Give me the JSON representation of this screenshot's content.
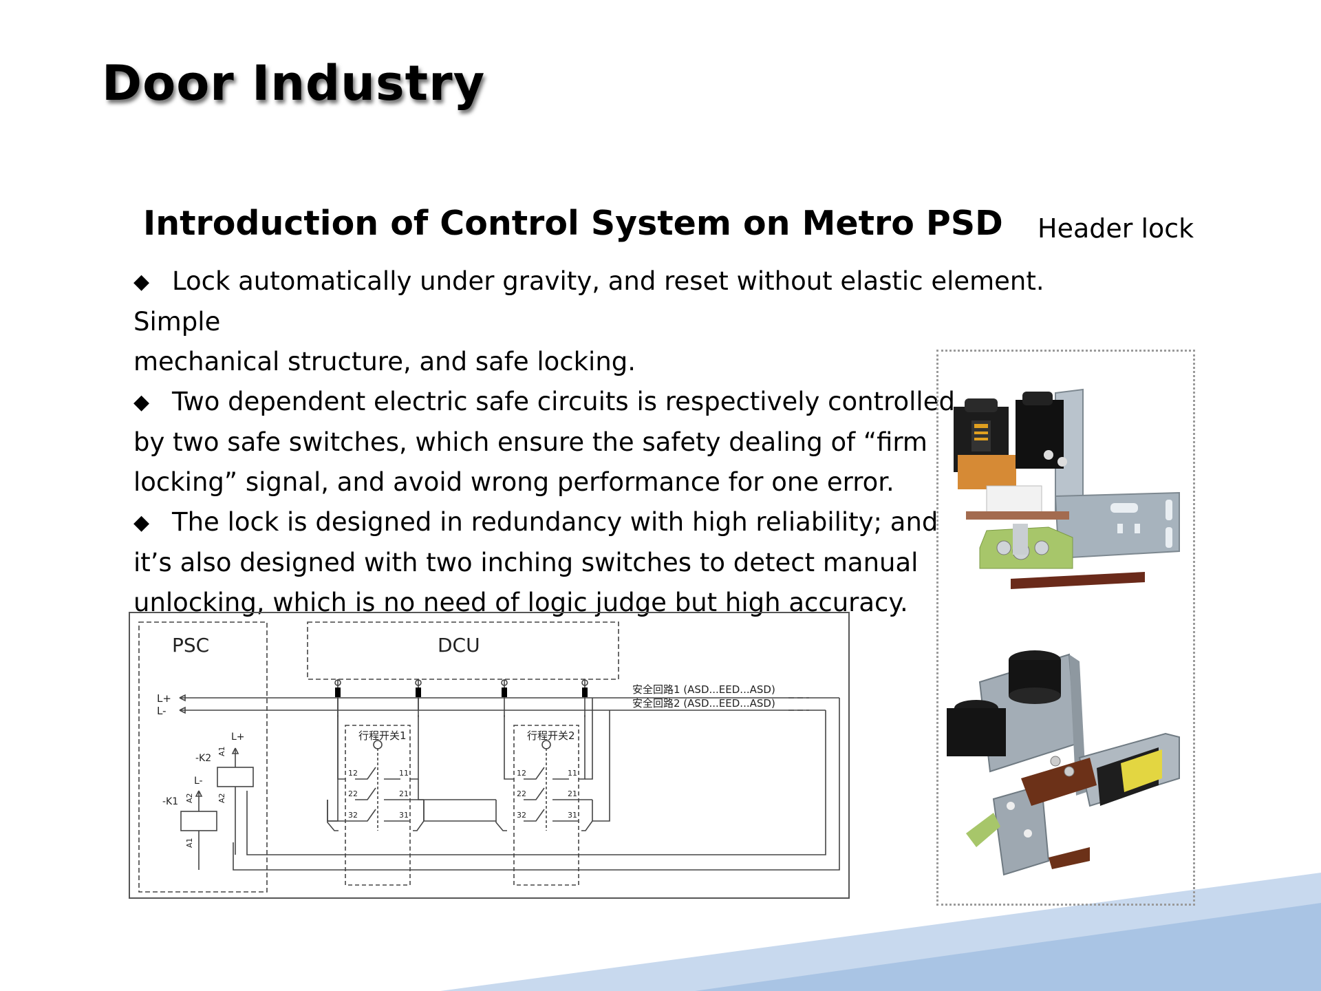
{
  "slide": {
    "title": "Door Industry",
    "section_title": "Introduction of Control System on Metro PSD",
    "image_caption": "Header lock",
    "bullet_glyph": "◆",
    "bullets": [
      {
        "lines": [
          "Lock automatically under gravity, and reset without elastic element. Simple",
          "mechanical structure, and safe locking."
        ]
      },
      {
        "lines": [
          "Two dependent electric safe circuits is respectively controlled",
          "by two safe switches, which ensure the safety dealing of “firm",
          "locking” signal, and avoid wrong performance for one error."
        ]
      },
      {
        "lines": [
          "The lock is designed in redundancy with high reliability; and",
          "it’s also designed with two inching switches to detect manual",
          "unlocking, which is no need of logic judge but high accuracy."
        ]
      }
    ]
  },
  "diagram": {
    "psc_label": "PSC",
    "dcu_label": "DCU",
    "l_plus": "L+",
    "l_minus": "L-",
    "k2_label": "-K2",
    "k1_label": "-K1",
    "a1": "A1",
    "a2": "A2",
    "switch1_label": "行程开关1",
    "switch2_label": "行程开关2",
    "contact_labels": [
      "12",
      "11",
      "22",
      "21",
      "32",
      "31"
    ],
    "circuit1_label": "安全回路1 (ASD...EED...ASD)",
    "circuit2_label": "安全回路2 (ASD...EED...ASD)"
  },
  "colors": {
    "band_light": "#c8d9ee",
    "band_dark": "#9fbde0",
    "frame_border": "#9a9a9a"
  }
}
